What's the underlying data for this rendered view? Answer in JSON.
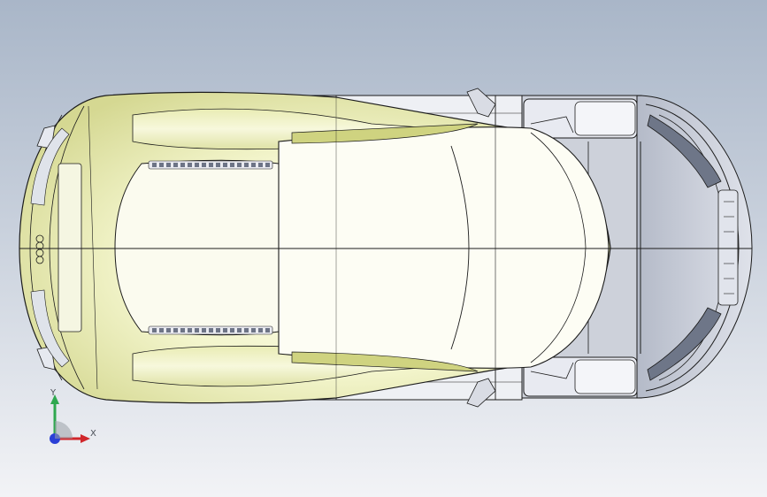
{
  "triad": {
    "x_label": "X",
    "y_label": "Y",
    "colors": {
      "x": "#d0262b",
      "y": "#2fa84f",
      "z": "#2a3fd6"
    }
  },
  "model": {
    "view": "top",
    "colors": {
      "body_highlight": "#fdfde6",
      "body_mid": "#f2f4c4",
      "body_shadow": "#c9cc84",
      "edges": "#1c1c1c",
      "glass_grey": "#9aa3b4",
      "rear_structure": "#c7cad3"
    }
  }
}
